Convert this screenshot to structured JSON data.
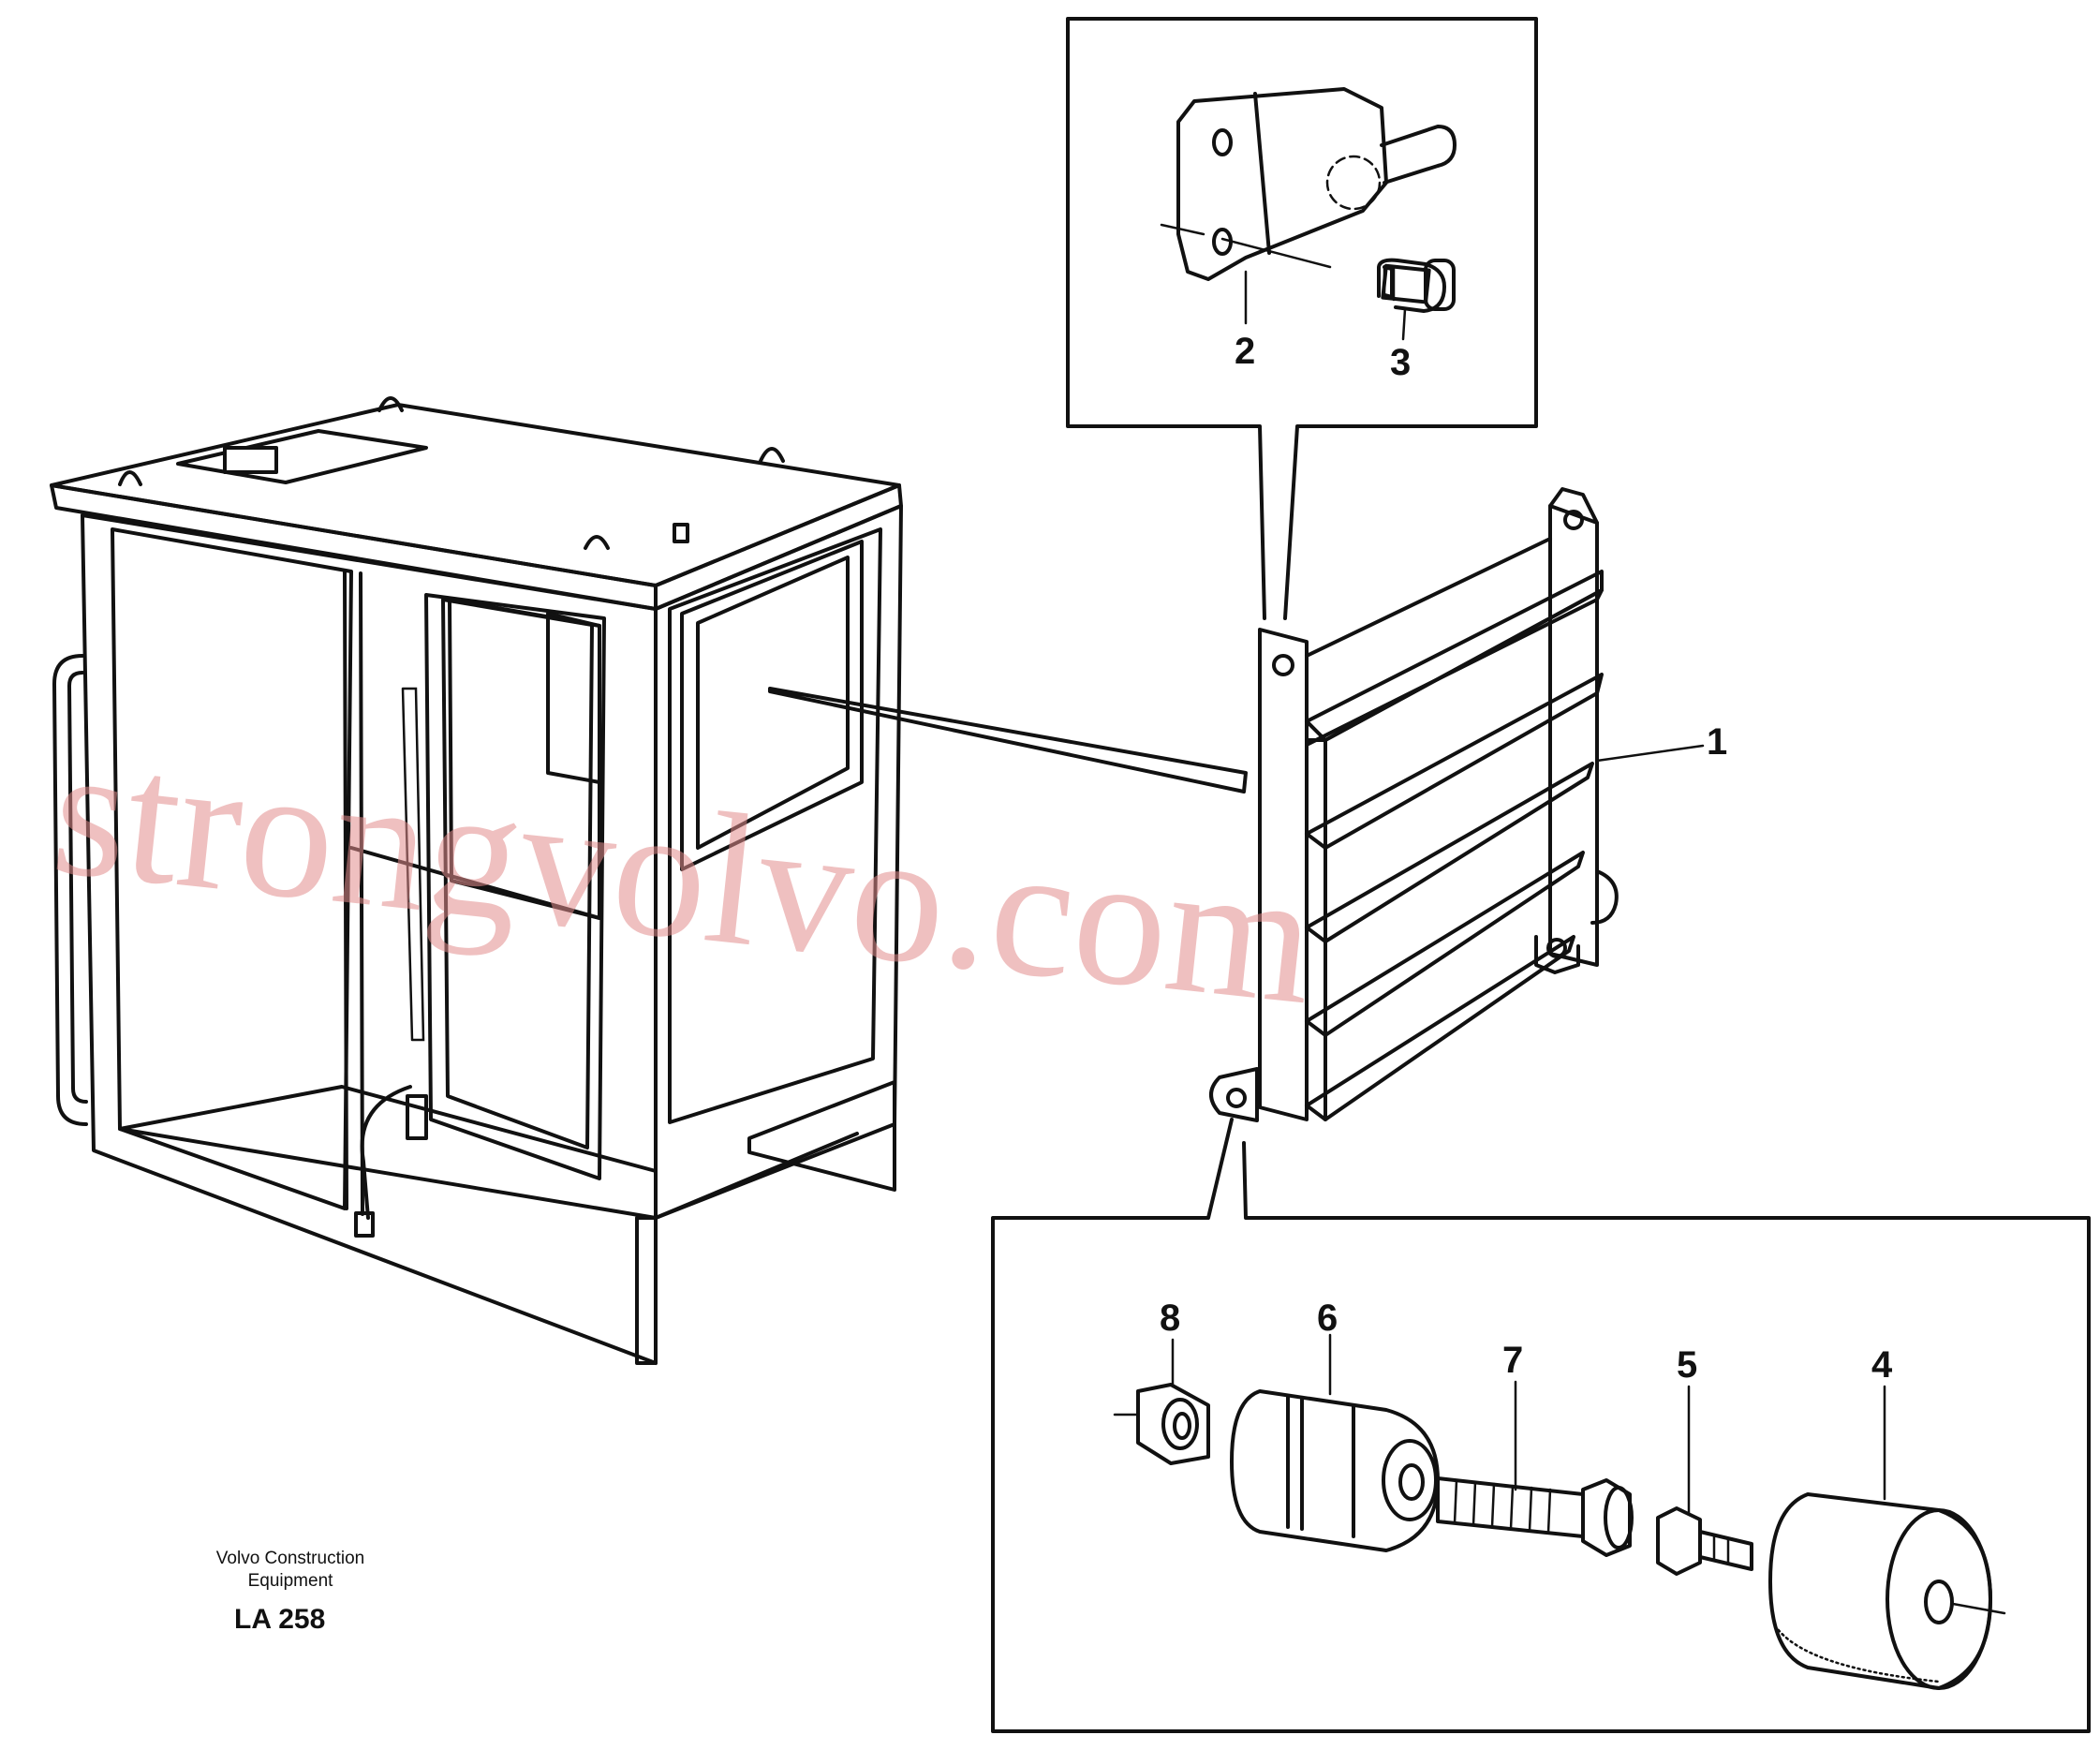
{
  "callouts": {
    "c1": "1",
    "c2": "2",
    "c3": "3",
    "c4": "4",
    "c5": "5",
    "c6": "6",
    "c7": "7",
    "c8": "8"
  },
  "caption": {
    "line1": "Volvo Construction",
    "line2": "Equipment",
    "code": "LA 258"
  },
  "watermark": "strongvolvo.com"
}
